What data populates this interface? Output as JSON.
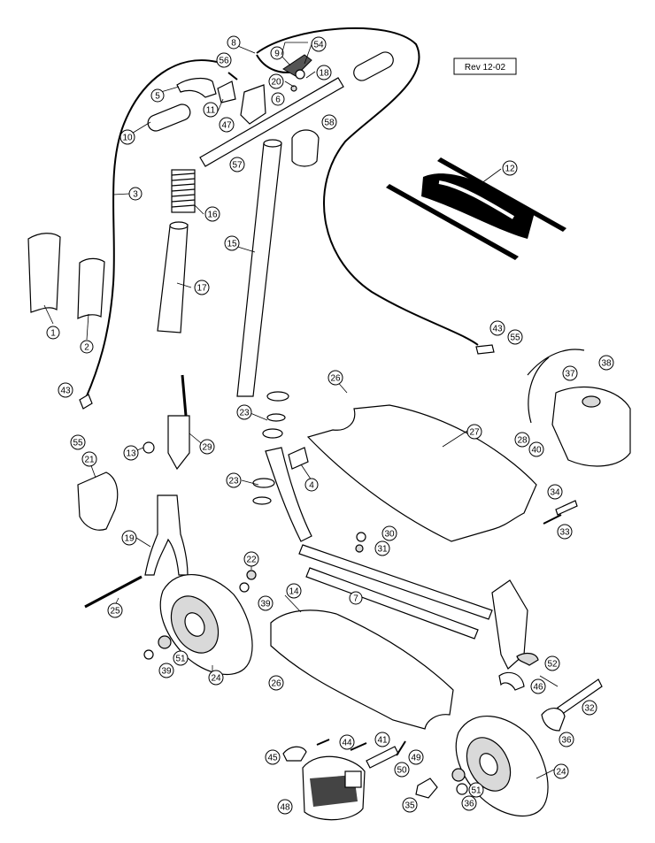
{
  "revision": "Rev 12-02",
  "callouts": [
    "1",
    "2",
    "3",
    "4",
    "5",
    "6",
    "7",
    "8",
    "9",
    "10",
    "11",
    "12",
    "13",
    "14",
    "15",
    "16",
    "17",
    "18",
    "19",
    "20",
    "21",
    "22",
    "23",
    "24",
    "25",
    "26",
    "27",
    "28",
    "29",
    "30",
    "31",
    "32",
    "33",
    "34",
    "35",
    "36",
    "37",
    "38",
    "39",
    "40",
    "41",
    "43",
    "44",
    "45",
    "46",
    "47",
    "48",
    "49",
    "50",
    "51",
    "52",
    "54",
    "55",
    "56",
    "57",
    "58"
  ]
}
